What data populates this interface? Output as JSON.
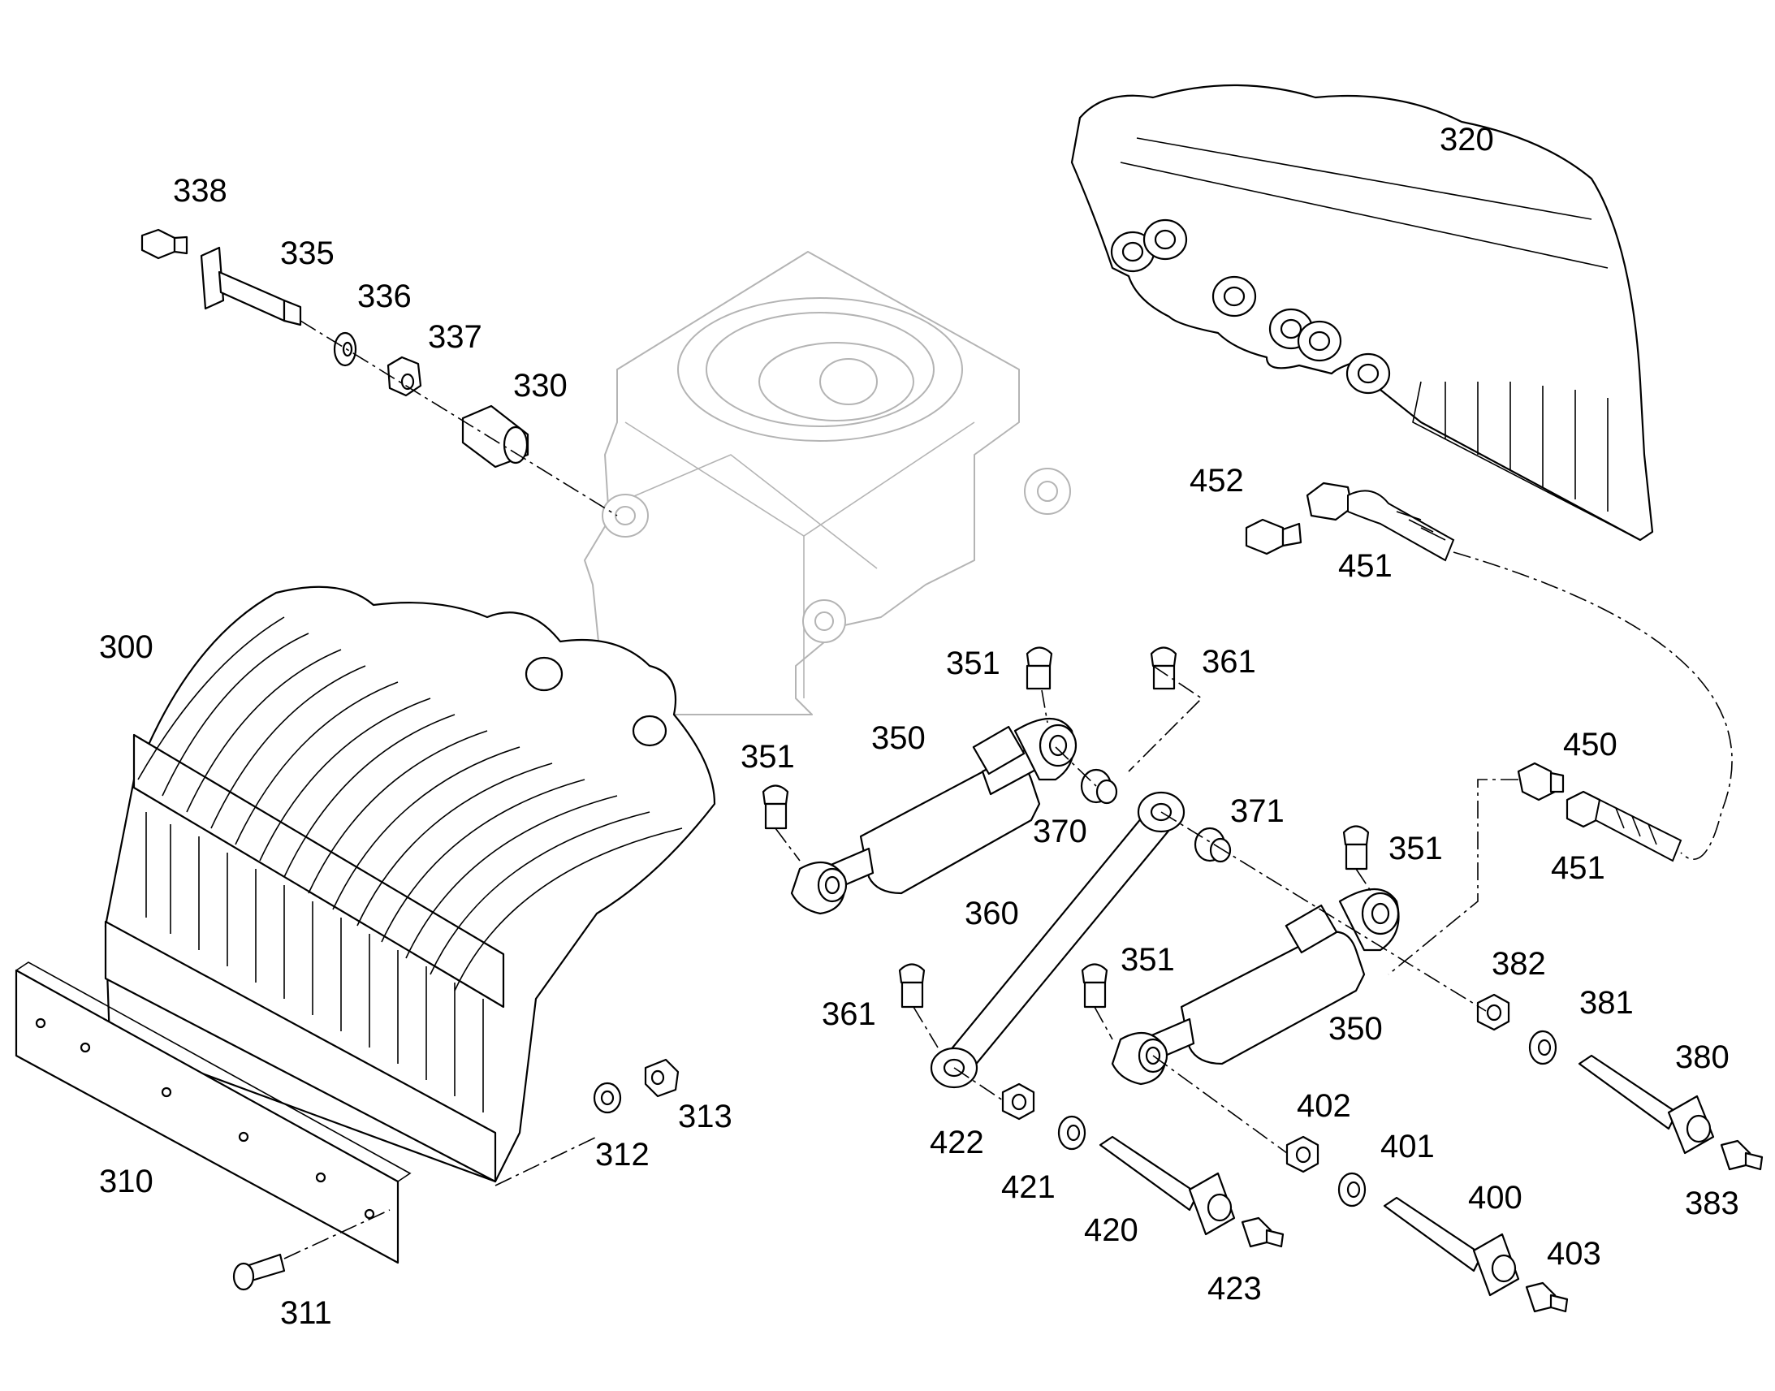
{
  "parts": [
    {
      "id": "p300",
      "label": "300"
    },
    {
      "id": "p310",
      "label": "310"
    },
    {
      "id": "p311",
      "label": "311"
    },
    {
      "id": "p312",
      "label": "312"
    },
    {
      "id": "p313",
      "label": "313"
    },
    {
      "id": "p320",
      "label": "320"
    },
    {
      "id": "p330",
      "label": "330"
    },
    {
      "id": "p335",
      "label": "335"
    },
    {
      "id": "p336",
      "label": "336"
    },
    {
      "id": "p337",
      "label": "337"
    },
    {
      "id": "p338",
      "label": "338"
    },
    {
      "id": "p350a",
      "label": "350"
    },
    {
      "id": "p350b",
      "label": "350"
    },
    {
      "id": "p351a",
      "label": "351"
    },
    {
      "id": "p351b",
      "label": "351"
    },
    {
      "id": "p351c",
      "label": "351"
    },
    {
      "id": "p351d",
      "label": "351"
    },
    {
      "id": "p360",
      "label": "360"
    },
    {
      "id": "p361a",
      "label": "361"
    },
    {
      "id": "p361b",
      "label": "361"
    },
    {
      "id": "p370",
      "label": "370"
    },
    {
      "id": "p371",
      "label": "371"
    },
    {
      "id": "p380",
      "label": "380"
    },
    {
      "id": "p381",
      "label": "381"
    },
    {
      "id": "p382",
      "label": "382"
    },
    {
      "id": "p383",
      "label": "383"
    },
    {
      "id": "p400",
      "label": "400"
    },
    {
      "id": "p401",
      "label": "401"
    },
    {
      "id": "p402",
      "label": "402"
    },
    {
      "id": "p403",
      "label": "403"
    },
    {
      "id": "p420",
      "label": "420"
    },
    {
      "id": "p421",
      "label": "421"
    },
    {
      "id": "p422",
      "label": "422"
    },
    {
      "id": "p423",
      "label": "423"
    },
    {
      "id": "p450",
      "label": "450"
    },
    {
      "id": "p451a",
      "label": "451"
    },
    {
      "id": "p451b",
      "label": "451"
    },
    {
      "id": "p452",
      "label": "452"
    }
  ]
}
